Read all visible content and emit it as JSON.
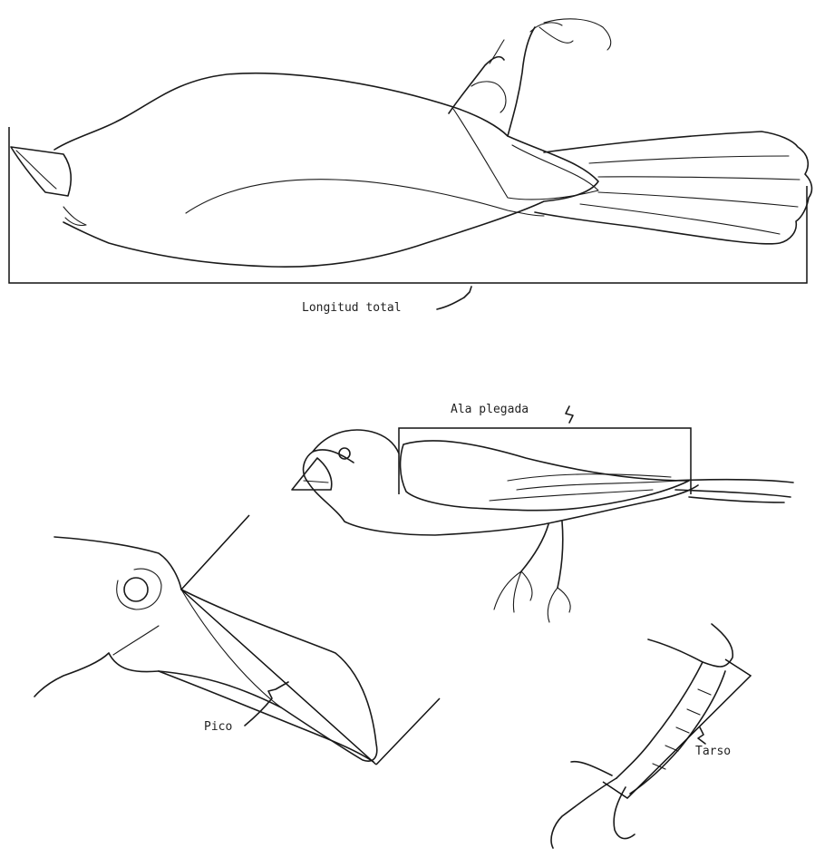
{
  "labels": {
    "total_length": "Longitud total",
    "folded_wing": "Ala plegada",
    "bill": "Pico",
    "tarsus": "Tarso"
  }
}
